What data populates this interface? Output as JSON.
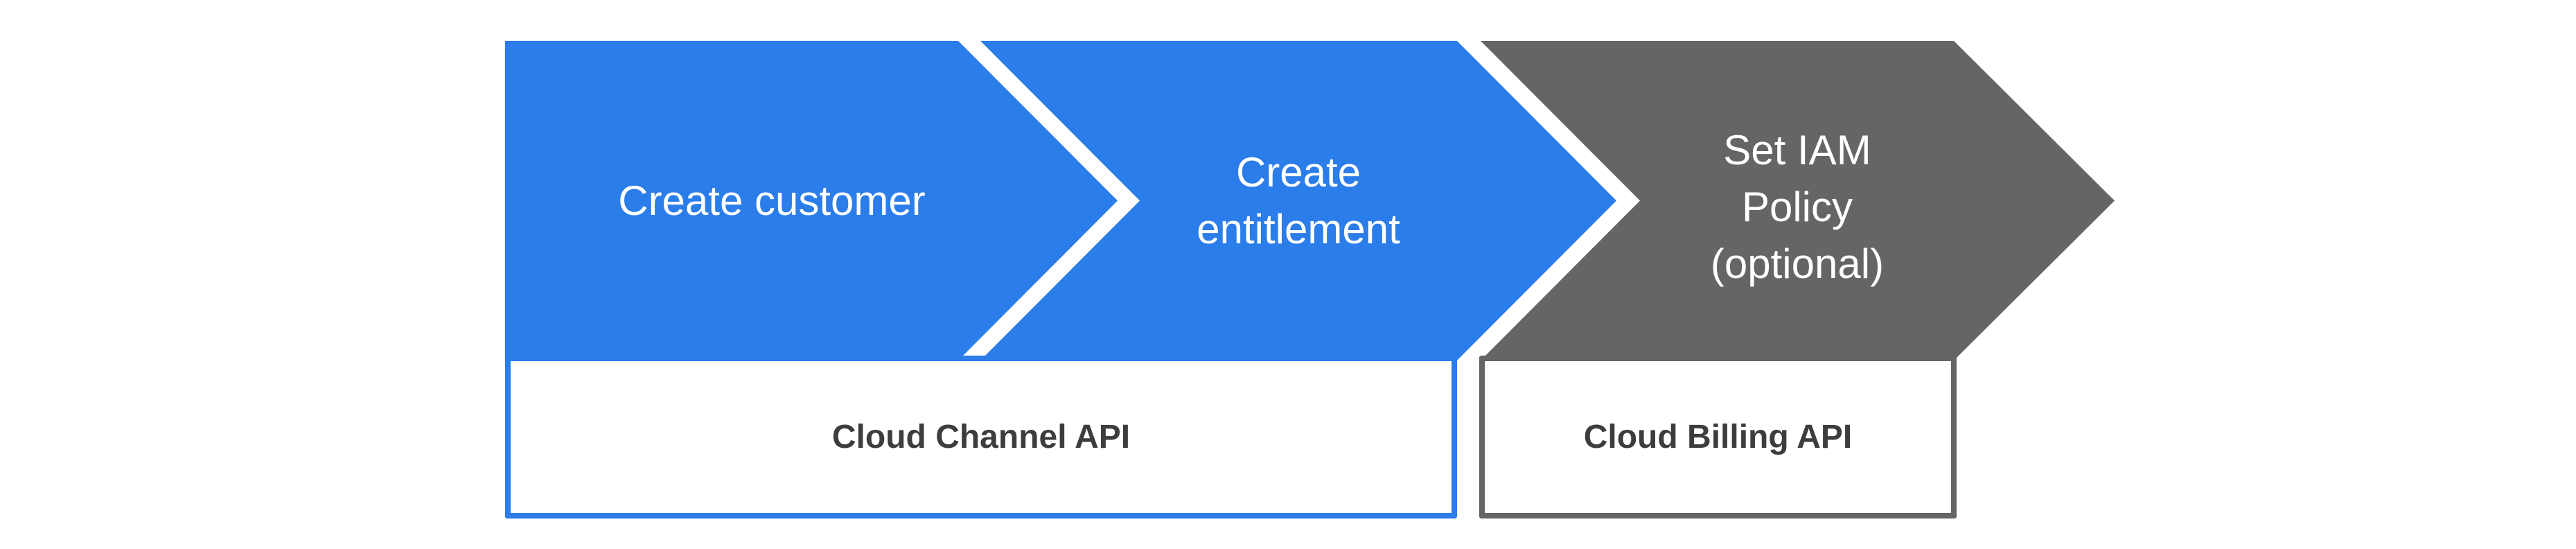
{
  "colors": {
    "step_blue": "#2b7de9",
    "step_gray": "#656565",
    "step_label_text": "#ffffff",
    "api_label_text": "#3d3d3d",
    "separator": "#ffffff",
    "background": "#ffffff"
  },
  "steps": [
    {
      "label": "Create customer"
    },
    {
      "label": "Create\nentitlement"
    },
    {
      "label": "Set IAM\nPolicy\n(optional)"
    }
  ],
  "api_boxes": [
    {
      "label": "Cloud Channel API"
    },
    {
      "label": "Cloud Billing API"
    }
  ]
}
